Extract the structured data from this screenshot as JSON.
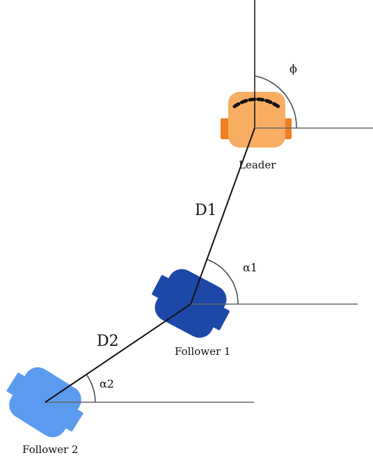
{
  "labels": {
    "leader": "Leader",
    "follower1": "Follower 1",
    "follower2": "Follower 2",
    "distance1": "D1",
    "distance2": "D2",
    "phi": "ϕ",
    "alpha1": "α1",
    "alpha2": "α2"
  },
  "colors": {
    "leader_body": "#F9AD62",
    "leader_wheel": "#F07F22",
    "leader_marks": "#111111",
    "follower1_body": "#1E48A8",
    "follower2_body": "#5B9BEF",
    "lines": "#111111",
    "reference_lines": "#555555"
  }
}
